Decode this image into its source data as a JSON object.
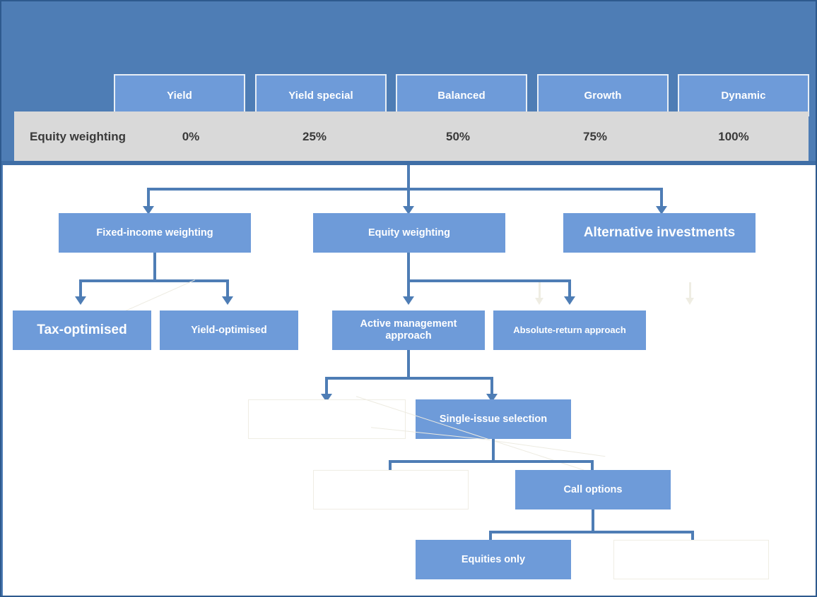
{
  "slide": {
    "frame_color": "#4E7DB5",
    "frame_border_color": "#2E5A8E",
    "node_fill": "#6E9BD9",
    "connector_color": "#4E7DB5",
    "weight_bar_fill": "#D9D9D9",
    "ghost_color": "#EFEDE3"
  },
  "header": {
    "tabs": [
      {
        "label": "Yield"
      },
      {
        "label": "Yield special"
      },
      {
        "label": "Balanced"
      },
      {
        "label": "Growth"
      },
      {
        "label": "Dynamic"
      }
    ],
    "weighting_row": {
      "label": "Equity weighting",
      "values": [
        "0%",
        "25%",
        "50%",
        "75%",
        "100%"
      ]
    }
  },
  "flowchart": {
    "level1": [
      {
        "label": "Fixed-income weighting"
      },
      {
        "label": "Equity weighting"
      },
      {
        "label": "Alternative investments"
      }
    ],
    "level2": [
      {
        "label": "Tax-optimised"
      },
      {
        "label": "Yield-optimised"
      },
      {
        "label": "Active management approach"
      },
      {
        "label": "Absolute-return approach"
      }
    ],
    "level3": [
      {
        "label": ""
      },
      {
        "label": "Single-issue selection"
      }
    ],
    "level4": [
      {
        "label": ""
      },
      {
        "label": "Call options"
      }
    ],
    "level5": [
      {
        "label": "Equities only"
      },
      {
        "label": ""
      }
    ]
  }
}
